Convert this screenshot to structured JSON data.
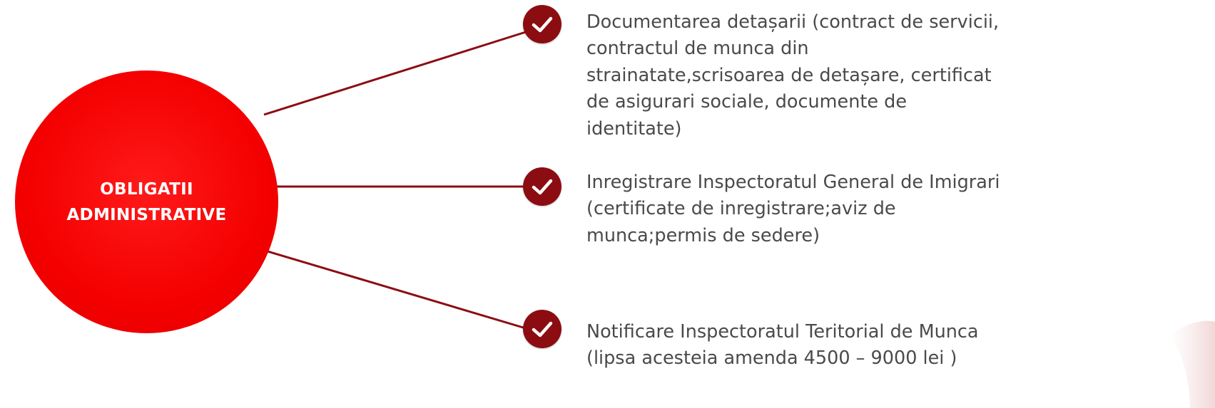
{
  "hub": {
    "title_line1": "OBLIGATII",
    "title_line2": "ADMINISTRATIVE",
    "color": "#f40000"
  },
  "connector_color": "#8b0d12",
  "check_icon": "check-circle-icon",
  "items": [
    {
      "text_lines": [
        "Documentarea detașarii (contract de servicii,",
        "contractul de munca din",
        "strainatate,scrisoarea de detașare, certificat",
        "de asigurari sociale, documente de",
        "identitate)"
      ]
    },
    {
      "text_lines": [
        "Inregistrare Inspectoratul General de Imigrari",
        "(certificate de inregistrare;aviz de",
        "munca;permis de sedere)"
      ]
    },
    {
      "text_lines": [
        "Notificare  Inspectoratul Teritorial de Munca",
        "(lipsa acesteia amenda 4500 – 9000 lei )"
      ]
    }
  ]
}
